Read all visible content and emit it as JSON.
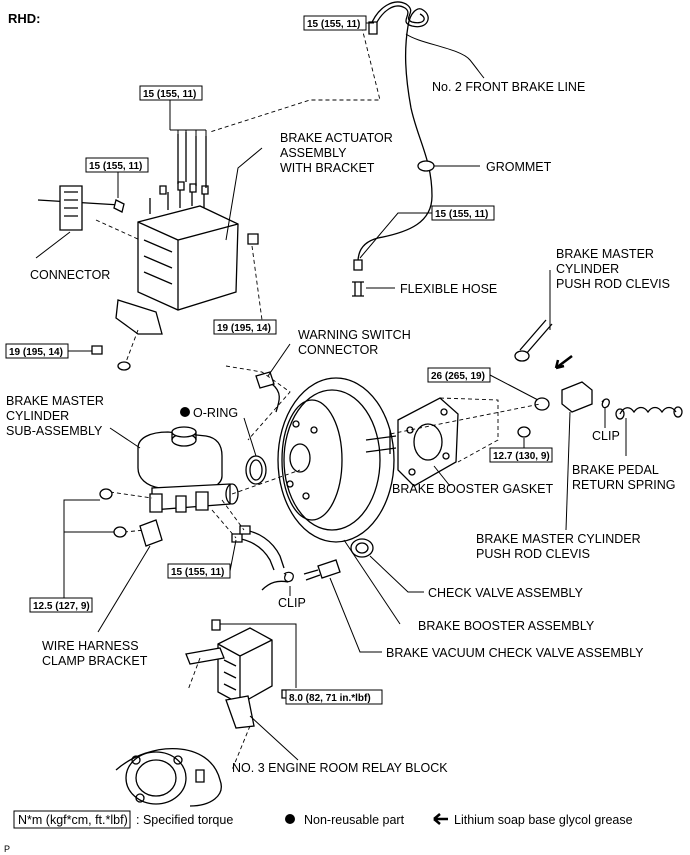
{
  "header": "RHD:",
  "page_code": "P",
  "labels": {
    "front_brake_line": "No. 2 FRONT BRAKE LINE",
    "brake_actuator_1": "BRAKE ACTUATOR",
    "brake_actuator_2": "ASSEMBLY",
    "brake_actuator_3": "WITH BRACKET",
    "grommet": "GROMMET",
    "connector": "CONNECTOR",
    "flexible_hose": "FLEXIBLE HOSE",
    "clevis_top_1": "BRAKE MASTER",
    "clevis_top_2": "CYLINDER",
    "clevis_top_3": "PUSH ROD CLEVIS",
    "warning_switch_1": "WARNING SWITCH",
    "warning_switch_2": "CONNECTOR",
    "o_ring": "O-RING",
    "master_cyl_1": "BRAKE MASTER",
    "master_cyl_2": "CYLINDER",
    "master_cyl_3": "SUB-ASSEMBLY",
    "clip_right": "CLIP",
    "pedal_spring_1": "BRAKE PEDAL",
    "pedal_spring_2": "RETURN SPRING",
    "booster_gasket": "BRAKE BOOSTER GASKET",
    "clevis_bottom_1": "BRAKE MASTER CYLINDER",
    "clevis_bottom_2": "PUSH ROD CLEVIS",
    "clip_left": "CLIP",
    "check_valve": "CHECK VALVE ASSEMBLY",
    "booster_assembly": "BRAKE BOOSTER ASSEMBLY",
    "wire_harness_1": "WIRE HARNESS",
    "wire_harness_2": "CLAMP BRACKET",
    "vacuum_check_valve": "BRAKE VACUUM CHECK VALVE ASSEMBLY",
    "relay_block": "NO. 3 ENGINE ROOM RELAY BLOCK"
  },
  "torques": {
    "t_top": "15 (155, 11)",
    "t_actuator_top": "15 (155, 11)",
    "t_actuator_left": "15 (155, 11)",
    "t_line_mid": "15 (155, 11)",
    "t_bracket_right": "19 (195, 14)",
    "t_bracket_left": "19 (195, 14)",
    "t_clevis_nut": "26 (265, 19)",
    "t_booster_nut": "12.7 (130, 9)",
    "t_master_lines": "15 (155, 11)",
    "t_master_nuts": "12.5 (127, 9)",
    "t_relay": "8.0 (82, 71 in.*lbf)"
  },
  "legend": {
    "torque_box": "N*m (kgf*cm, ft.*lbf)",
    "torque_text": ": Specified torque",
    "nonreusable": "Non-reusable part",
    "grease": "Lithium soap base glycol grease"
  }
}
